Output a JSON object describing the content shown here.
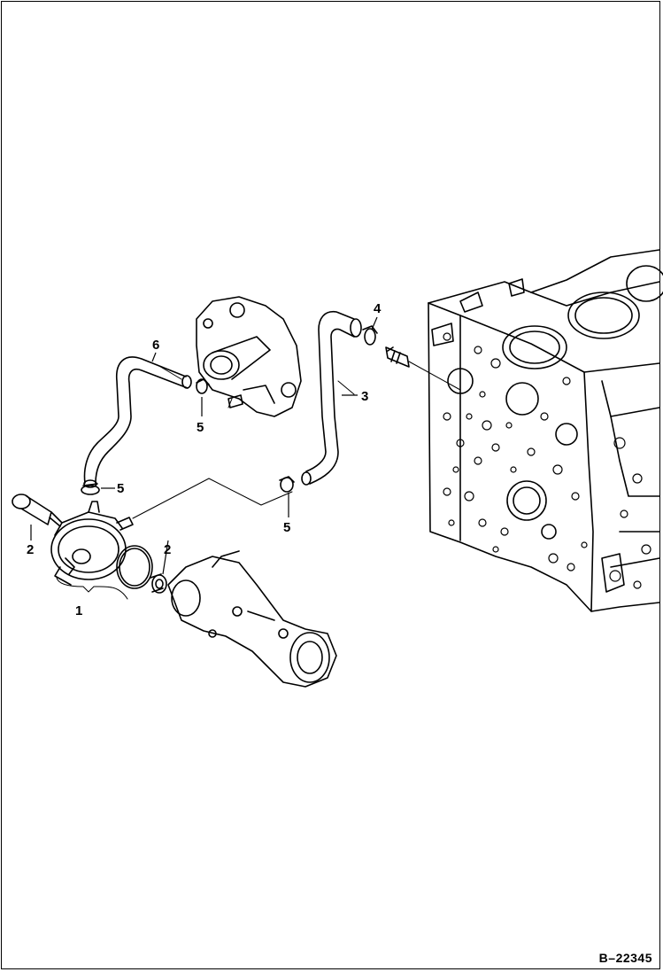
{
  "callouts": {
    "c1": "1",
    "c2a": "2",
    "c2b": "2",
    "c3": "3",
    "c4": "4",
    "c5a": "5",
    "c5b": "5",
    "c5c": "5",
    "c6": "6"
  },
  "reference_code": "B–22345",
  "colors": {
    "line": "#000000",
    "background": "#ffffff"
  }
}
